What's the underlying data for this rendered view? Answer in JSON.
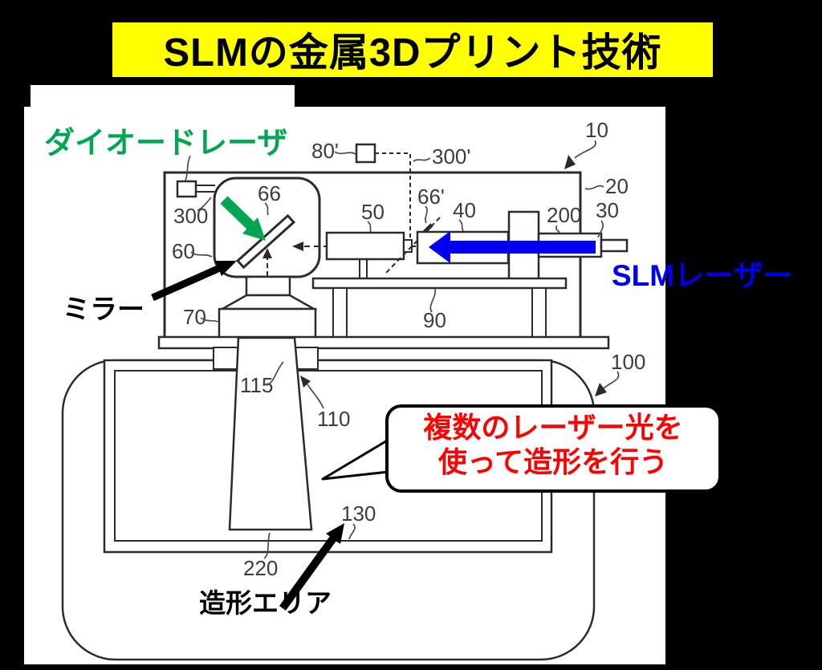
{
  "title": {
    "text": "SLMの金属3Dプリント技術"
  },
  "annotations": {
    "diode_laser": "ダイオードレーザ",
    "slm_laser": "SLMレーザー",
    "mirror": "ミラー",
    "build_area": "造形エリア",
    "callout": {
      "line1": "複数のレーザー光を",
      "line2": "使って造形を行う"
    }
  },
  "figure": {
    "refs": {
      "n10": "10",
      "n20": "20",
      "n30": "30",
      "n40": "40",
      "n50": "50",
      "n60": "60",
      "n66": "66",
      "n66p": "66'",
      "n70": "70",
      "n80p": "80'",
      "n90": "90",
      "n100": "100",
      "n110": "110",
      "n115": "115",
      "n130": "130",
      "n200": "200",
      "n220": "220",
      "n300": "300",
      "n300p": "300'"
    }
  },
  "colors": {
    "background": "#000000",
    "banner": "#FFFF00",
    "panel": "#FFFFFF",
    "green": "#00A651",
    "blue": "#0000EE",
    "red": "#FF0000",
    "ink": "#2B2B2B"
  }
}
